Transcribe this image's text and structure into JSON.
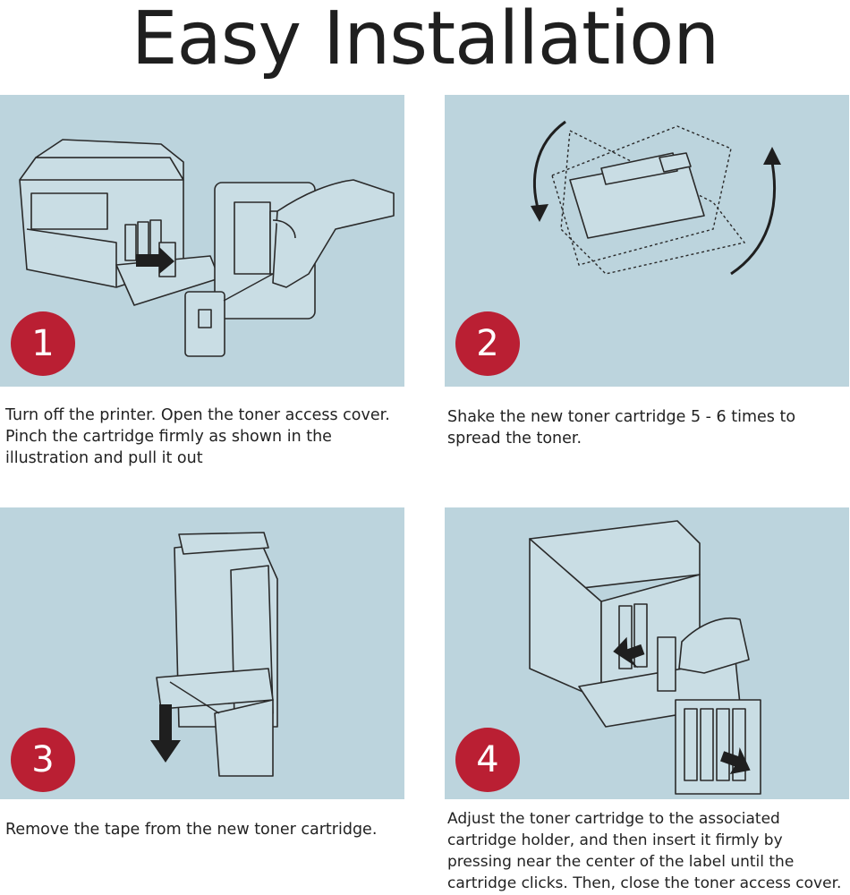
{
  "title": "Easy Installation",
  "accent_color": "#ba1f33",
  "panel_color": "#bcd4dd",
  "steps": [
    {
      "number": "1",
      "caption": "Turn off the printer. Open the toner access cover. Pinch the cartridge firmly as shown in the illustration and pull it out"
    },
    {
      "number": "2",
      "caption": "Shake the new toner cartridge 5 - 6 times to spread the toner."
    },
    {
      "number": "3",
      "caption": "Remove the tape from the new toner cartridge."
    },
    {
      "number": "4",
      "caption": "Adjust the toner cartridge to the associated cartridge holder, and then insert it firmly by pressing near the center of the label until the cartridge clicks. Then, close the toner access cover."
    }
  ]
}
